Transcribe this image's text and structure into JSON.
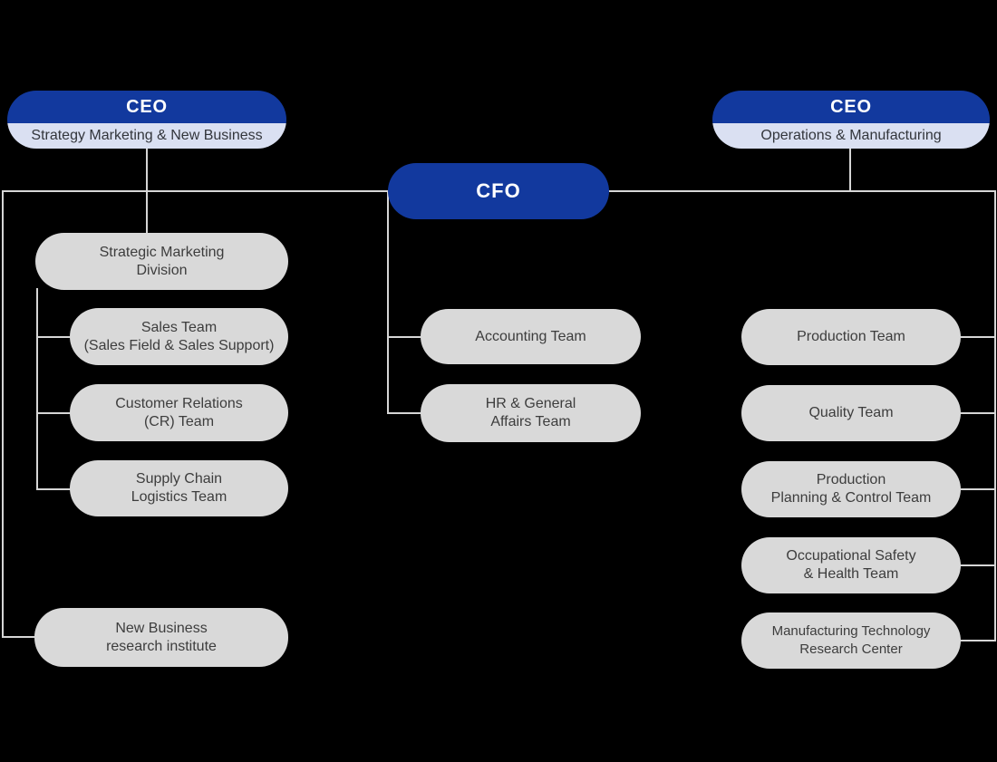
{
  "palette": {
    "blue": "#12399e",
    "light_blue": "#dae0f2",
    "gray": "#d9d9d9",
    "line": "#d6d6d6",
    "text_dark": "#3d3d3d",
    "background": "#000000"
  },
  "executives": {
    "ceo_left": {
      "title": "CEO",
      "subtitle": "Strategy Marketing & New Business"
    },
    "ceo_right": {
      "title": "CEO",
      "subtitle": "Operations & Manufacturing"
    },
    "cfo": {
      "title": "CFO"
    }
  },
  "left_branch": {
    "division": "Strategic Marketing\nDivision",
    "teams": [
      "Sales Team\n(Sales Field & Sales Support)",
      "Customer Relations\n(CR) Team",
      "Supply Chain\nLogistics Team"
    ],
    "institute": "New Business\nresearch institute"
  },
  "cfo_branch": {
    "teams": [
      "Accounting Team",
      "HR & General\nAffairs Team"
    ]
  },
  "right_branch": {
    "teams": [
      "Production Team",
      "Quality Team",
      "Production\nPlanning & Control Team",
      "Occupational Safety\n& Health Team",
      "Manufacturing Technology\nResearch Center"
    ]
  }
}
